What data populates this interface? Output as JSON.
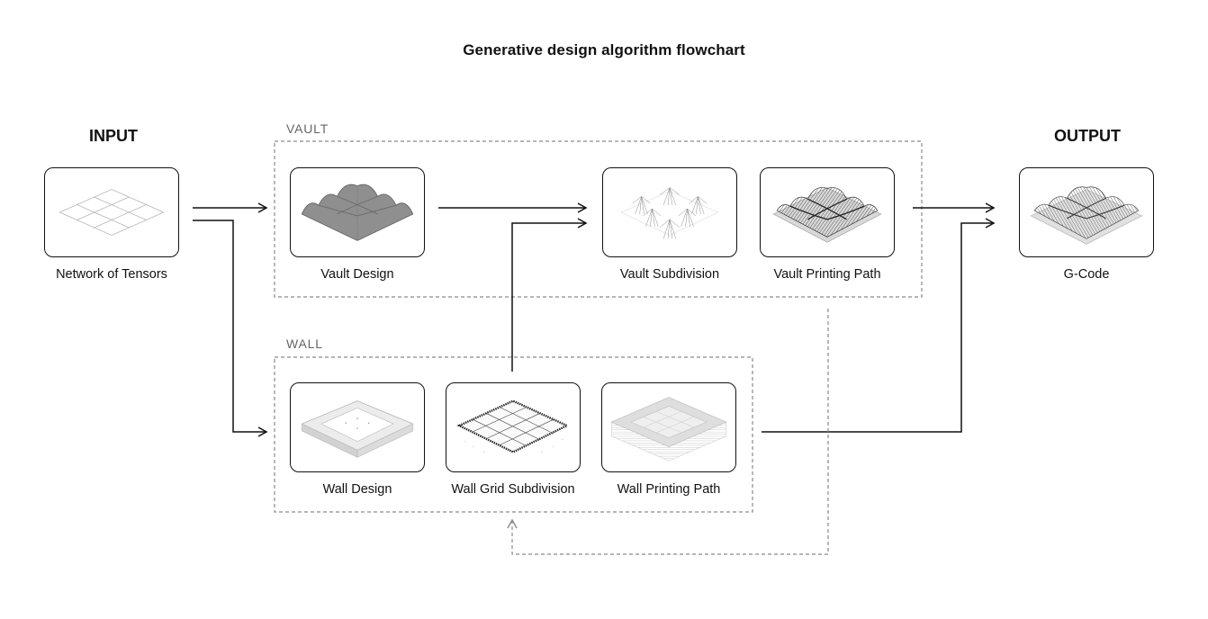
{
  "title": "Generative design algorithm flowchart",
  "input_heading": "INPUT",
  "output_heading": "OUTPUT",
  "groups": {
    "vault": "VAULT",
    "wall": "WALL"
  },
  "nodes": {
    "network": "Network of Tensors",
    "vault_design": "Vault Design",
    "vault_subdivision": "Vault Subdivision",
    "vault_printing_path": "Vault Printing Path",
    "wall_design": "Wall Design",
    "wall_grid_subdivision": "Wall Grid Subdivision",
    "wall_printing_path": "Wall Printing Path",
    "gcode": "G-Code"
  },
  "colors": {
    "line": "#111111",
    "dashed": "#8a8a8a",
    "group_label": "#666666"
  }
}
